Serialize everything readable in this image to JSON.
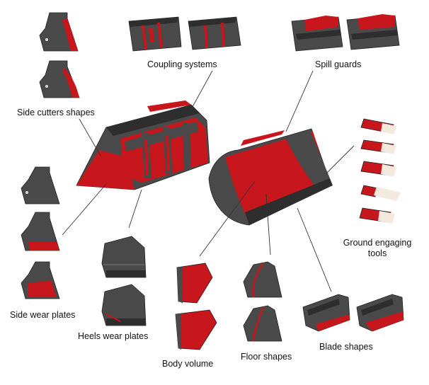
{
  "labels": {
    "side_cutters": "Side cutters shapes",
    "coupling": "Coupling systems",
    "spill": "Spill guards",
    "ground_engaging_line1": "Ground engaging",
    "ground_engaging_line2": "tools",
    "side_wear": "Side wear plates",
    "heels": "Heels wear plates",
    "body": "Body volume",
    "floor": "Floor shapes",
    "blade": "Blade shapes"
  },
  "colors": {
    "accent_red": "#c8161d",
    "steel_dark": "#4a4a4a",
    "steel_darker": "#2e2e2e",
    "teeth_cream": "#f3e9dd"
  }
}
